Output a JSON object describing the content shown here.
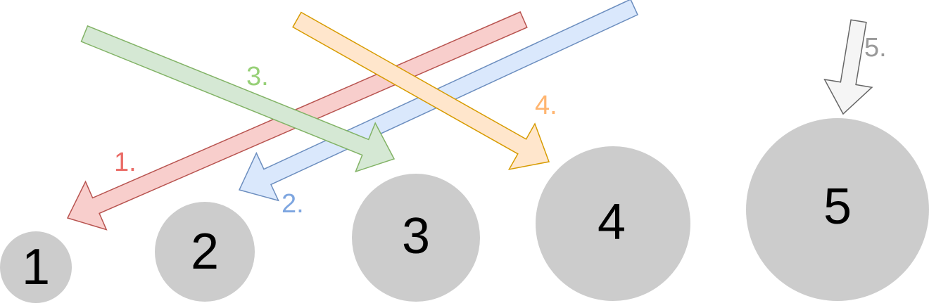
{
  "diagram": {
    "circles": [
      {
        "label": "1",
        "fill": "#cccccc"
      },
      {
        "label": "2",
        "fill": "#cccccc"
      },
      {
        "label": "3",
        "fill": "#cccccc"
      },
      {
        "label": "4",
        "fill": "#cccccc"
      },
      {
        "label": "5",
        "fill": "#cccccc"
      }
    ],
    "arrows": [
      {
        "label": "1.",
        "fill": "#f8cecc",
        "stroke": "#b85450",
        "text_color": "#ea6b66"
      },
      {
        "label": "2.",
        "fill": "#dae8fc",
        "stroke": "#6c8ebf",
        "text_color": "#7ea6e0"
      },
      {
        "label": "3.",
        "fill": "#d5e8d4",
        "stroke": "#82b366",
        "text_color": "#97d077"
      },
      {
        "label": "4.",
        "fill": "#ffe6cc",
        "stroke": "#d79b00",
        "text_color": "#ffb570"
      },
      {
        "label": "5.",
        "fill": "#f5f5f5",
        "stroke": "#666666",
        "text_color": "#999999"
      }
    ]
  }
}
